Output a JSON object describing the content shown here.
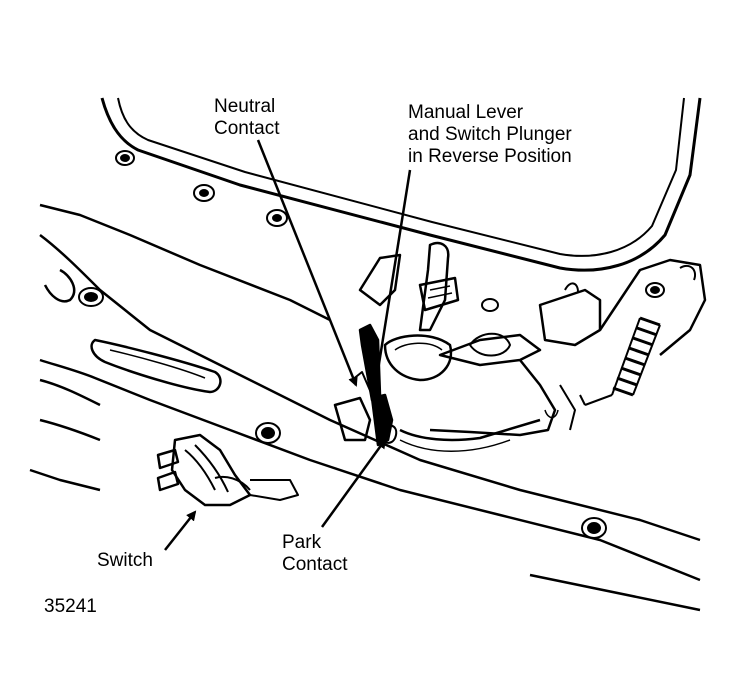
{
  "labels": {
    "neutral_contact": [
      "Neutral",
      "Contact"
    ],
    "manual_lever": [
      "Manual Lever",
      "and Switch Plunger",
      "in Reverse Position"
    ],
    "switch": "Switch",
    "park_contact": [
      "Park",
      "Contact"
    ],
    "figure_number": "35241"
  },
  "colors": {
    "ink": "#000000",
    "paper": "#ffffff"
  }
}
